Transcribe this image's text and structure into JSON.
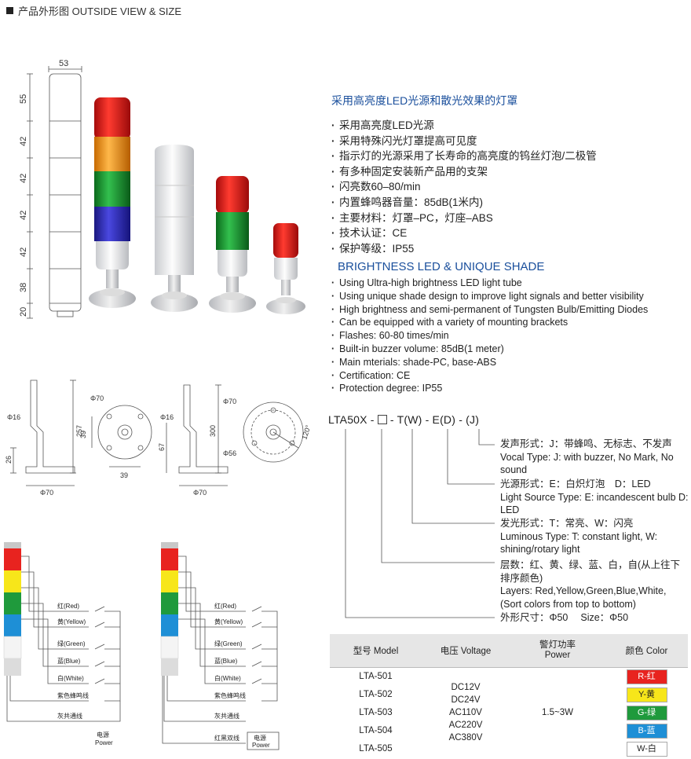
{
  "header": {
    "title": "产品外形图 OUTSIDE VIEW & SIZE"
  },
  "dimensions": {
    "width_top": "53",
    "heights": [
      "55",
      "42",
      "42",
      "42",
      "42",
      "38",
      "20"
    ]
  },
  "features_cn": {
    "title": "采用高亮度LED光源和散光效果的灯罩",
    "items": [
      "采用高亮度LED光源",
      "采用特殊闪光灯罩提高可见度",
      "指示灯的光源采用了长寿命的高亮度的钨丝灯泡/二极管",
      "有多种固定安装新产品用的支架",
      "闪亮数60–80/min",
      "内置蜂鸣器音量：85dB(1米内)",
      "主要材料：灯罩–PC，灯座–ABS",
      "技术认证：CE",
      "保护等级：IP55"
    ]
  },
  "features_en": {
    "title": "BRIGHTNESS LED & UNIQUE SHADE",
    "items": [
      "Using Ultra-high brightness LED light tube",
      "Using unique shade design to improve light signals and better visibility",
      "High brightness and semi-permanent of Tungsten Bulb/Emitting Diodes",
      "Can be equipped with a variety of mounting brackets",
      "Flashes: 60-80 times/min",
      "Built-in buzzer volume: 85dB(1 meter)",
      "Main mterials: shade-PC, base-ABS",
      "Certification: CE",
      "Protection degree: IP55"
    ]
  },
  "drawing1": {
    "d1": "Φ16",
    "h1": "257",
    "h2": "26",
    "d2": "Φ70",
    "f1": "Φ70",
    "f2": "39",
    "f3": "39"
  },
  "drawing2": {
    "d1": "Φ16",
    "h1": "300",
    "h2": "67",
    "d2": "Φ70",
    "f1": "Φ70",
    "f2": "Φ56",
    "f3": "120°"
  },
  "model_code": {
    "prefix": "LTA50X -",
    "sep1": "-",
    "tw": "T(W)",
    "sep2": "-",
    "ed": "E(D)",
    "sep3": "-",
    "j": "(J)",
    "vocal_cn": "发声形式：J：带蜂鸣、无标志、不发声",
    "vocal_en": "Vocal Type: J: with buzzer, No Mark, No sound",
    "light_cn": "光源形式：E：白炽灯泡　D：LED",
    "light_en": "Light Source Type: E: incandescent bulb D: LED",
    "lum_cn": "发光形式：T：常亮、W：闪亮",
    "lum_en": "Luminous Type: T: constant light, W: shining/rotary light",
    "layer_cn": "层数：红、黄、绿、蓝、白，自(从上往下排序颜色)",
    "layer_en": "Layers: Red,Yellow,Green,Blue,White, (Sort colors from top to bottom)",
    "size_cn": "外形尺寸：Φ50　 Size：Φ50"
  },
  "wiring1": {
    "labels": [
      "红(Red)",
      "黄(Yellow)",
      "绿(Green)",
      "蓝(Blue)",
      "白(White)",
      "紫色蜂鸣线",
      "灰共通线"
    ],
    "power": [
      "电源",
      "Power"
    ]
  },
  "wiring2": {
    "labels": [
      "红(Red)",
      "黄(Yellow)",
      "绿(Green)",
      "蓝(Blue)",
      "白(White)",
      "紫色蜂鸣线",
      "灰共通线",
      "红黑双线"
    ],
    "power": [
      "电源",
      "Power"
    ]
  },
  "spec_table": {
    "headers": [
      "型号 Model",
      "电压 Voltage",
      "警灯功率\nPower",
      "颜色 Color"
    ],
    "models": [
      "LTA-501",
      "LTA-502",
      "LTA-503",
      "LTA-504",
      "LTA-505"
    ],
    "voltages": [
      "DC12V",
      "DC24V",
      "AC110V",
      "AC220V",
      "AC380V"
    ],
    "power": "1.5~3W",
    "colors": [
      {
        "label": "R-红",
        "bg": "#e8231f",
        "fg": "#ffffff"
      },
      {
        "label": "Y-黄",
        "bg": "#f7e61a",
        "fg": "#222222"
      },
      {
        "label": "G-绿",
        "bg": "#1f9a3c",
        "fg": "#ffffff"
      },
      {
        "label": "B-蓝",
        "bg": "#1e8fd6",
        "fg": "#ffffff"
      },
      {
        "label": "W-白",
        "bg": "#ffffff",
        "fg": "#222222"
      }
    ]
  }
}
